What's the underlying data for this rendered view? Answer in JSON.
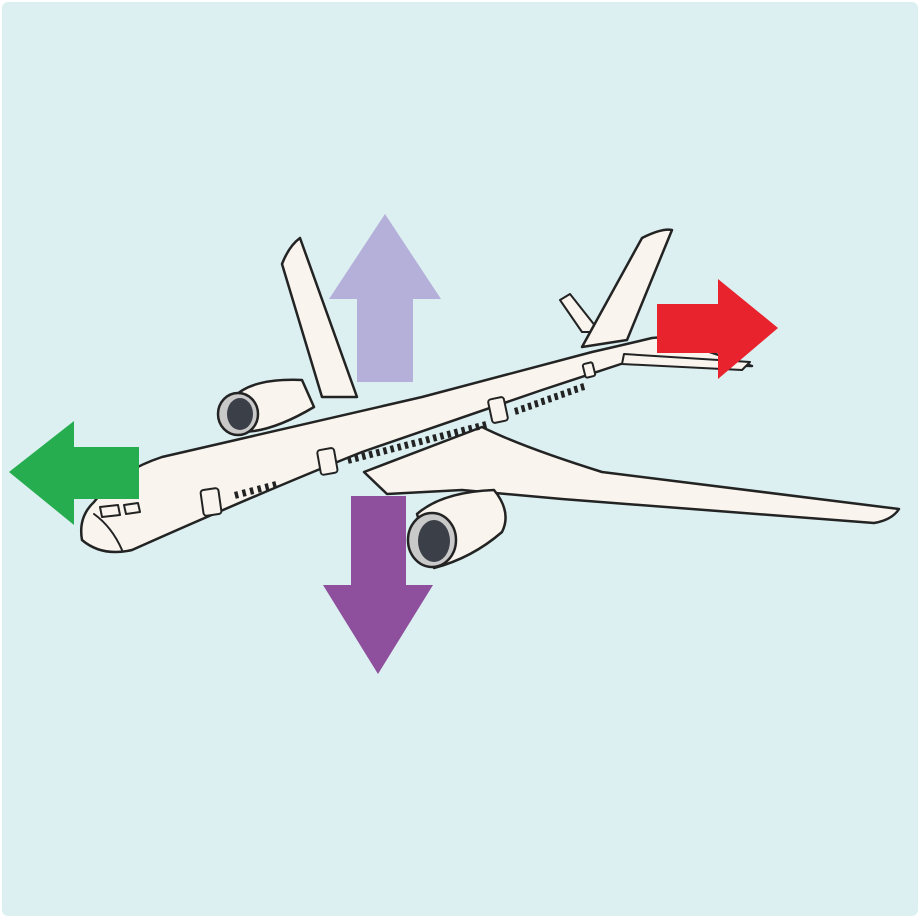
{
  "colors": {
    "sky": "#dcf0f1",
    "plane_body": "#f9f5ee",
    "plane_outline": "#232323",
    "engine_inner": "#3b3f47",
    "engine_ring": "#c9c9c9",
    "arrow_lift": "#b5b0d9",
    "arrow_weight": "#8e4f9c",
    "arrow_thrust": "#e8232d",
    "arrow_drag": "#25ad4f"
  },
  "figure": {
    "subject": "airplane-illustration",
    "arrows": [
      {
        "direction": "up",
        "color_key": "arrow_lift"
      },
      {
        "direction": "down",
        "color_key": "arrow_weight"
      },
      {
        "direction": "right",
        "color_key": "arrow_thrust"
      },
      {
        "direction": "left",
        "color_key": "arrow_drag"
      }
    ]
  }
}
